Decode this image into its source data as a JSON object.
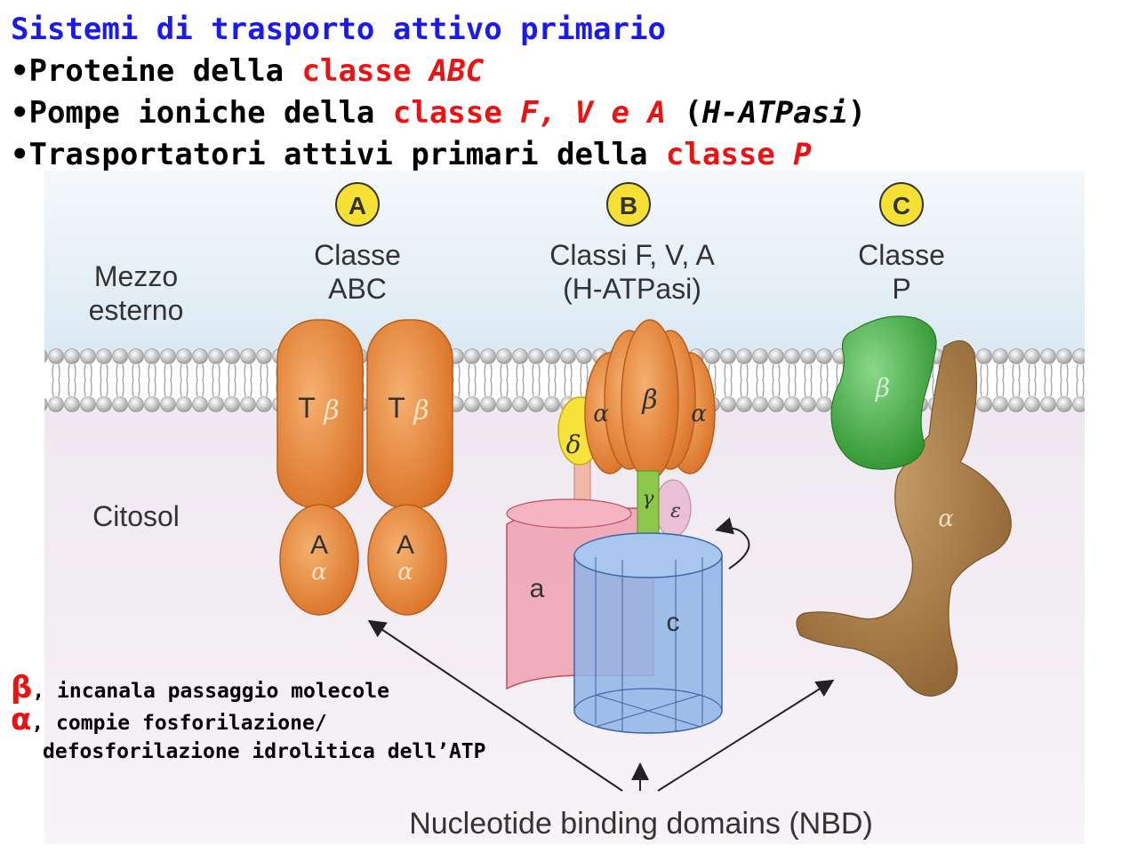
{
  "heading": {
    "title": "Sistemi di trasporto attivo primario",
    "bullet1": {
      "prefix": "•Proteine della ",
      "classe": "classe ",
      "name": "ABC"
    },
    "bullet2": {
      "prefix": "•Pompe ioniche della ",
      "classe": "classe ",
      "name": "F, V e A",
      "open": " (",
      "paren": "H-ATPasi",
      "close": ")"
    },
    "bullet3": {
      "prefix": "•Trasportatori attivi primari della ",
      "classe": "classe ",
      "name": "P"
    }
  },
  "diagram": {
    "side_labels": {
      "outside_1": "Mezzo",
      "outside_2": "esterno",
      "cytosol": "Citosol"
    },
    "panels": [
      {
        "badge": "A",
        "line1": "Classe",
        "line2": "ABC"
      },
      {
        "badge": "B",
        "line1": "Classi F, V, A",
        "line2": "(H-ATPasi)"
      },
      {
        "badge": "C",
        "line1": "Classe",
        "line2": "P"
      }
    ],
    "abc": {
      "t": "T",
      "beta": "β",
      "a": "A",
      "alpha": "α"
    },
    "fva": {
      "alpha": "α",
      "beta": "β",
      "delta": "δ",
      "gamma": "γ",
      "epsilon": "ε",
      "a": "a",
      "c": "c"
    },
    "p": {
      "beta": "β",
      "alpha": "α"
    },
    "nbd": "Nucleotide binding domains (NBD)",
    "colors": {
      "orange": "#e8883a",
      "green": "#3caa3c",
      "brown": "#a87a42",
      "pink": "#e8a0a8",
      "blue": "#8fb4e6",
      "yellow": "#f5e23a"
    }
  },
  "legend": {
    "beta_sym": "β",
    "beta_text": ", incanala passaggio molecole",
    "alpha_sym": "α",
    "alpha_text": ", compie fosforilazione/",
    "alpha_text2": "defosforilazione idrolitica dell’ATP"
  }
}
